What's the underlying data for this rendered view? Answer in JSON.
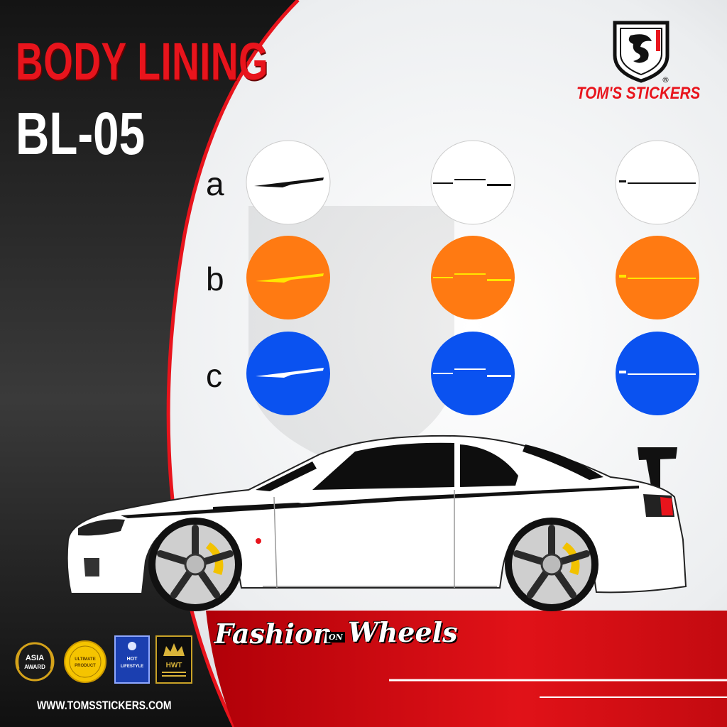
{
  "header": {
    "title_line1": "BODY LINING",
    "title_line2": "BL-05"
  },
  "brand": {
    "name": "TOM'S STICKERS",
    "registered_mark": "®"
  },
  "swatches": {
    "rows": [
      {
        "label": "a",
        "color": "#ffffff",
        "stripe": "#111111"
      },
      {
        "label": "b",
        "color": "#ff7a12",
        "stripe": "#ffe600"
      },
      {
        "label": "c",
        "color": "#0a52f0",
        "stripe": "#ffffff"
      }
    ]
  },
  "tagline": {
    "part1": "Fashion",
    "middle": "ON",
    "part2": "Wheels"
  },
  "badges": [
    {
      "name": "asia-award",
      "lines": [
        "ASIA",
        "AWARD"
      ]
    },
    {
      "name": "gold-seal",
      "lines": [
        "ULTIMATE",
        "PRODUCT"
      ]
    },
    {
      "name": "blue-certificate",
      "lines": [
        "HOT",
        "LIFESTYLE"
      ]
    },
    {
      "name": "crown-award",
      "lines": [
        "HWT"
      ]
    }
  ],
  "footer": {
    "website": "WWW.TOMSSTICKERS.COM"
  },
  "colors": {
    "accent_red": "#e8141c",
    "panel_black": "#111111",
    "orange": "#ff7a12",
    "blue": "#0a52f0"
  }
}
